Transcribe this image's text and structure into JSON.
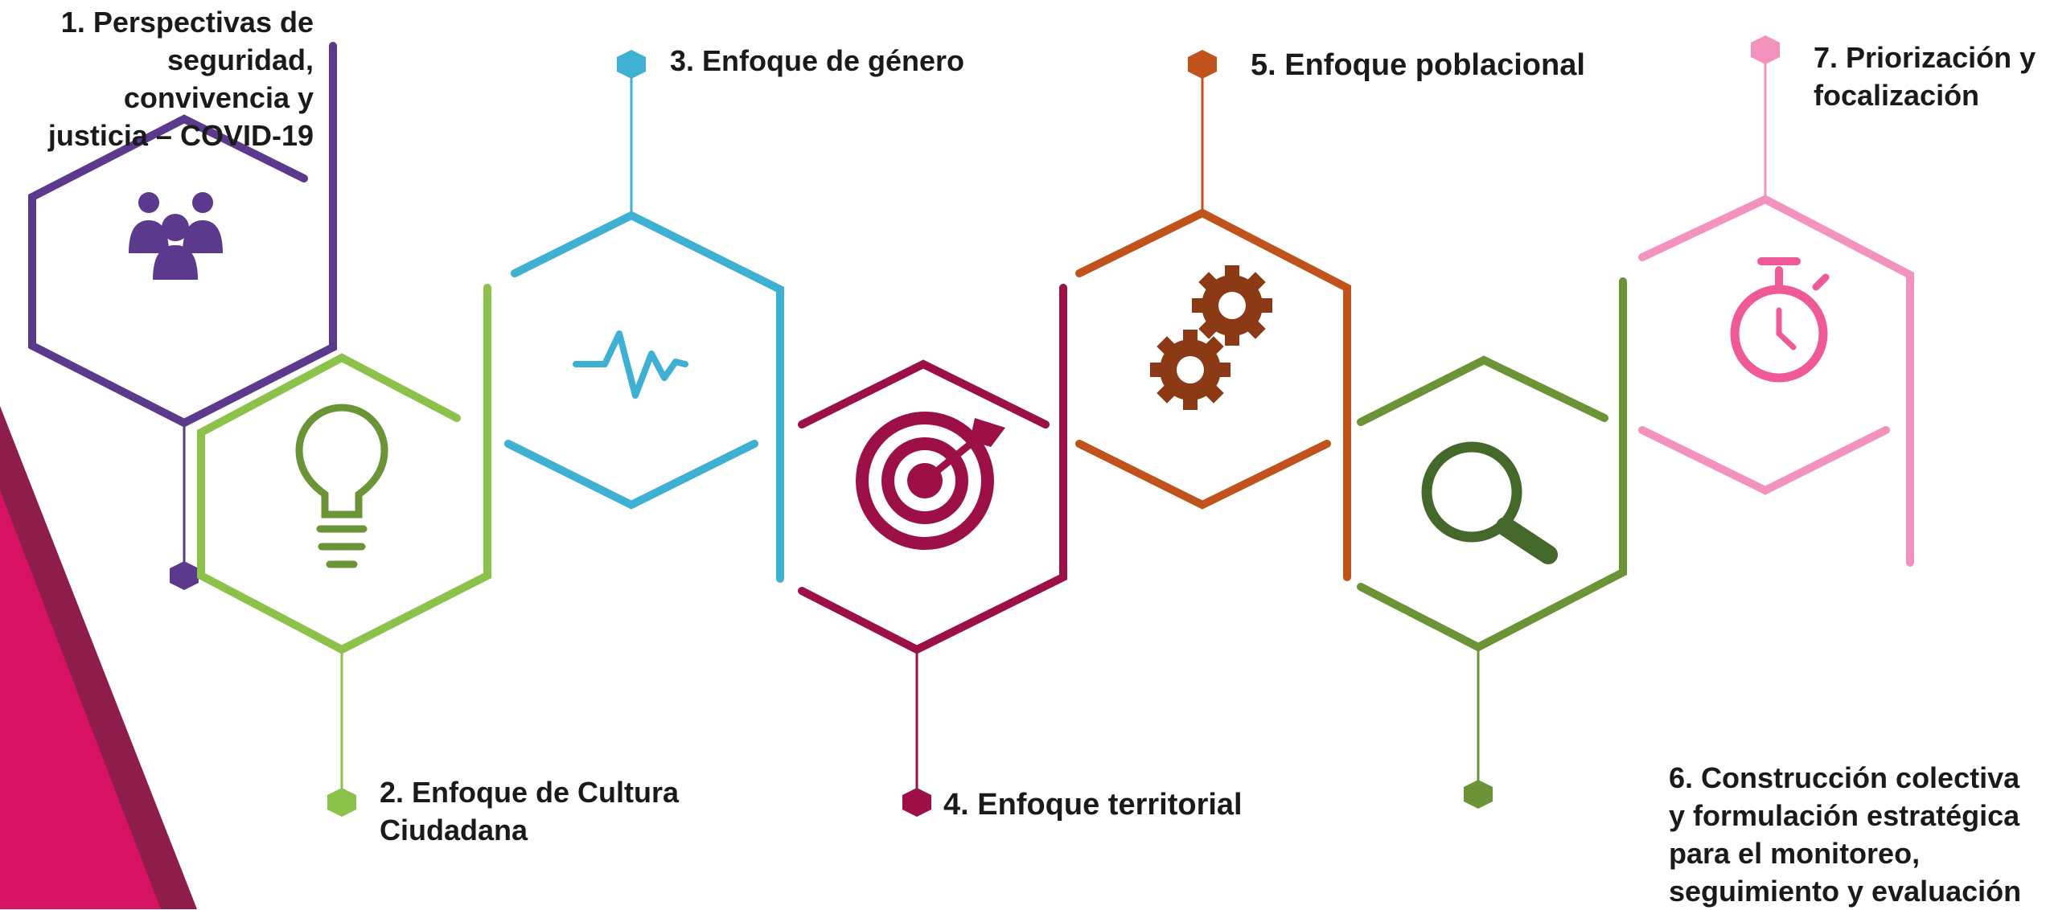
{
  "steps": [
    {
      "number": "1",
      "title": "1. Perspectivas de\nseguridad, convivencia y\njusticia – COVID-19",
      "color": "#5b3a8e",
      "icon": "people-icon"
    },
    {
      "number": "2",
      "title": "2. Enfoque de Cultura\nCiudadana",
      "color": "#8cc14a",
      "icon": "lightbulb-icon"
    },
    {
      "number": "3",
      "title": "3. Enfoque de género",
      "color": "#3db0d3",
      "icon": "heartbeat-icon"
    },
    {
      "number": "4",
      "title": "4. Enfoque territorial",
      "color": "#9c0f47",
      "icon": "target-icon"
    },
    {
      "number": "5",
      "title": "5. Enfoque poblacional",
      "color": "#c0521c",
      "icon": "gears-icon"
    },
    {
      "number": "6",
      "title": "6. Construcción colectiva\ny formulación estratégica\npara el monitoreo,\nseguimiento y evaluación",
      "color": "#6a9435",
      "icon": "magnifier-icon"
    },
    {
      "number": "7",
      "title": "7. Priorización y\nfocalización",
      "color": "#f393bd",
      "icon": "stopwatch-icon"
    }
  ],
  "accent_colors": {
    "magenta": "#d81262",
    "maroon": "#8f1d4c",
    "dark_green": "#44672a",
    "gear_brown": "#8c3a15",
    "stopwatch_pink": "#ef5a96"
  }
}
